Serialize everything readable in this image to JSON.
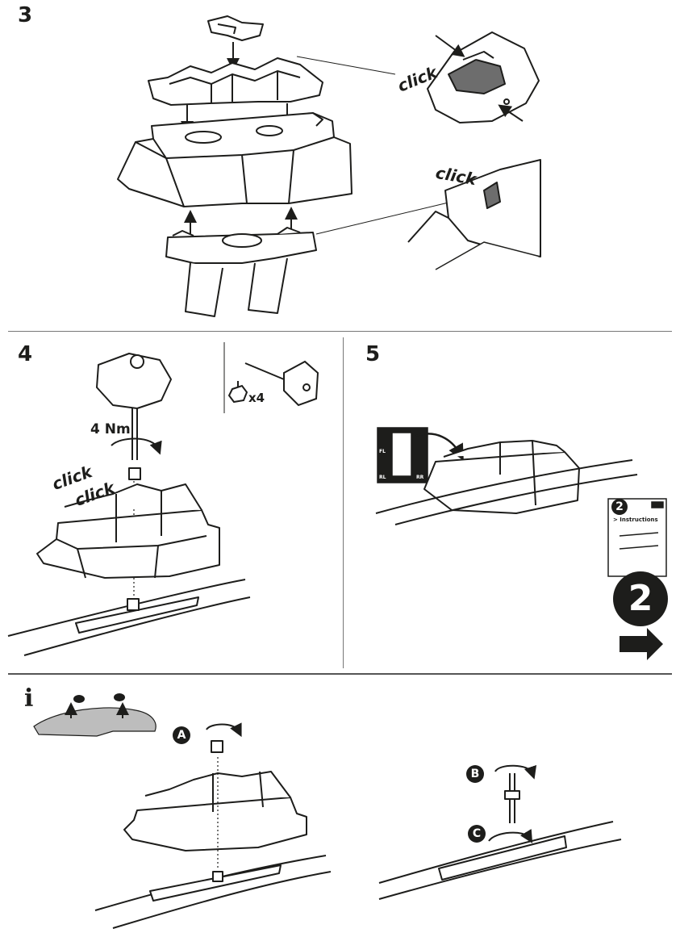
{
  "steps": {
    "step3": "3",
    "step4": "4",
    "step5": "5",
    "info": "i"
  },
  "step3": {
    "click_top": "click",
    "click_bottom": "click"
  },
  "step4": {
    "torque": "4 Nm",
    "click_1": "click",
    "click_2": "click",
    "quantity": "x4"
  },
  "step5": {
    "fitkit_labels": [
      "FL",
      "RL",
      "RR"
    ],
    "booklet_number": "2",
    "booklet_title": "> Instructions",
    "big_badge": "2"
  },
  "info": {
    "badge_a": "A",
    "badge_b": "B",
    "badge_c": "C"
  },
  "colors": {
    "ink": "#1d1d1b",
    "panel_fill": "#ffffff",
    "shade": "#bdbdbd",
    "divider": "#777777"
  }
}
